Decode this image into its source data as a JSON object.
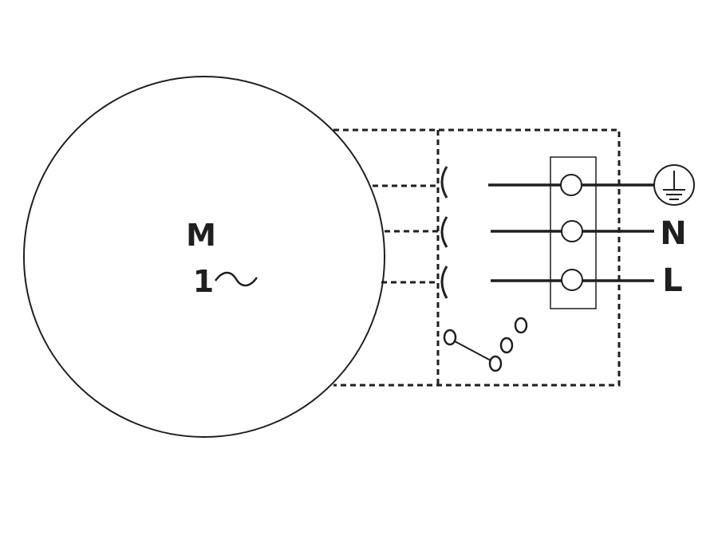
{
  "motor": {
    "symbol": "M",
    "phase": "1",
    "phase_symbol": "~"
  },
  "terminals": {
    "neutral": "N",
    "line": "L",
    "earth_icon": "ground-symbol-icon"
  },
  "colors": {
    "ink": "#1f1f1f",
    "background": "#ffffff"
  }
}
